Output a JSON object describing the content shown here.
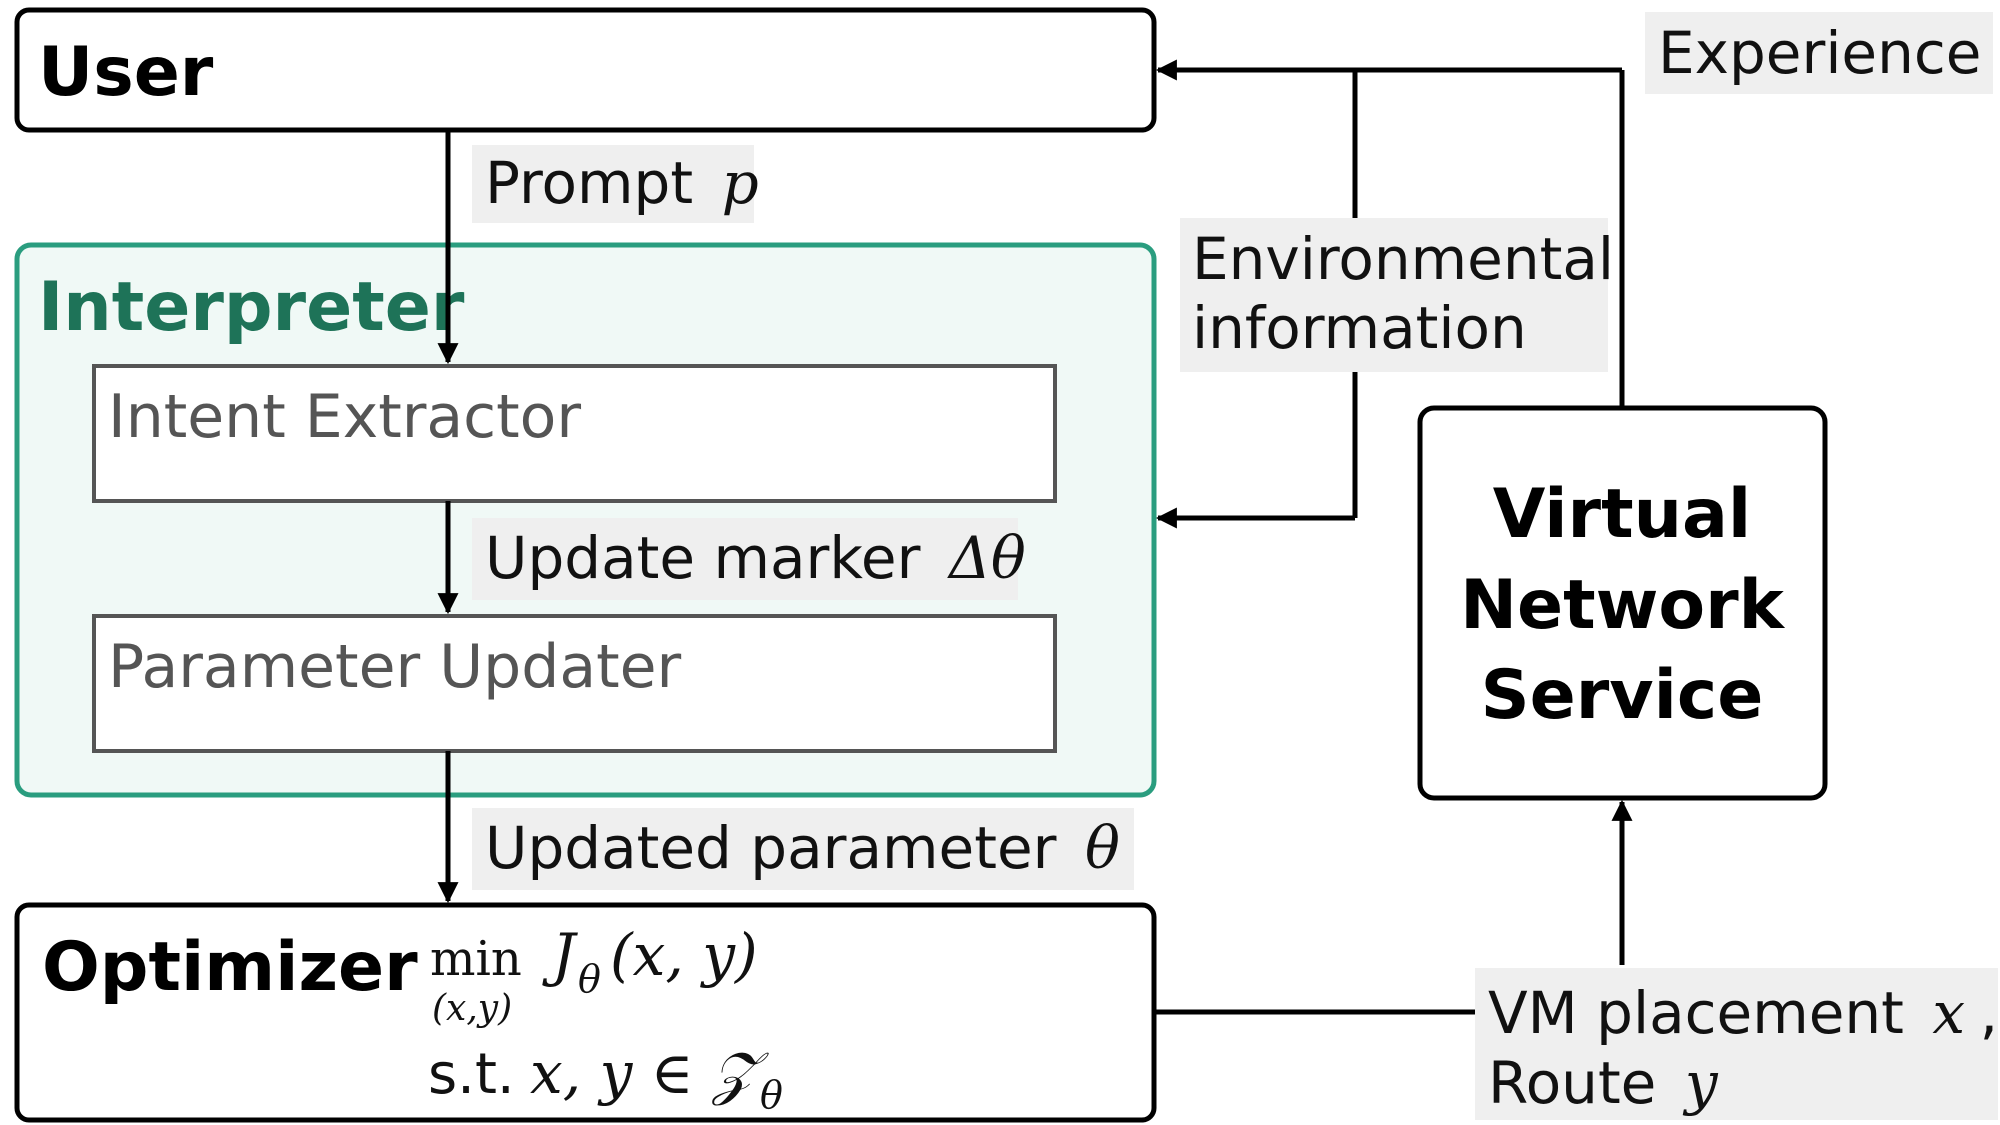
{
  "colors": {
    "interpreter_accent": "#2a9d7f",
    "interpreter_fill": "#f0f9f6",
    "interpreter_title": "#1e7358",
    "label_background": "#efefef",
    "subbox_border": "#555555"
  },
  "user": {
    "title": "User"
  },
  "interpreter": {
    "title": "Interpreter",
    "intent_extractor": "Intent Extractor",
    "parameter_updater": "Parameter Updater"
  },
  "optimizer": {
    "title": "Optimizer",
    "objective": "min",
    "objective_subscript": "(x,y)",
    "objective_function": "J",
    "objective_function_subscript": "θ",
    "objective_args": "(x, y)",
    "constraint_prefix": "s.t.",
    "constraint_expr": "x, y ∈ 𝒵",
    "constraint_subscript": "θ"
  },
  "vns": {
    "line1": "Virtual",
    "line2": "Network",
    "line3": "Service"
  },
  "edges": {
    "prompt": {
      "text": "Prompt",
      "var": "p"
    },
    "update_marker": {
      "text": "Update marker",
      "var": "Δθ"
    },
    "updated_parameter": {
      "text": "Updated parameter",
      "var": "θ"
    },
    "environmental_line1": "Environmental",
    "environmental_line2": "information",
    "experience": "Experience",
    "vm_placement": {
      "text": "VM placement",
      "var": "x",
      "suffix": ","
    },
    "route": {
      "text": "Route",
      "var": "y"
    }
  }
}
